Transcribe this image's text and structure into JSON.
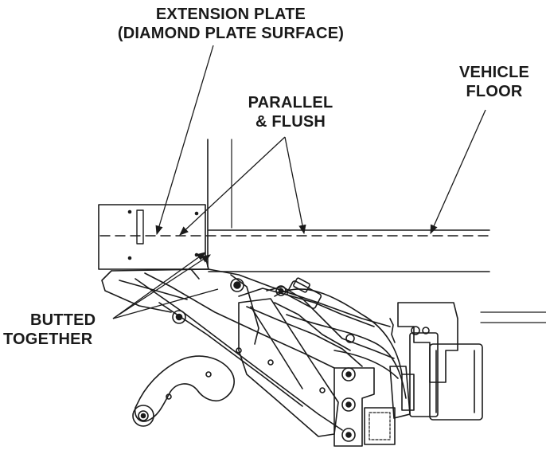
{
  "labels": {
    "extension_plate": {
      "line1": "EXTENSION PLATE",
      "line2": "(DIAMOND PLATE SURFACE)"
    },
    "parallel_flush": {
      "line1": "PARALLEL",
      "line2": "& FLUSH"
    },
    "vehicle_floor": {
      "line1": "VEHICLE",
      "line2": "FLOOR"
    },
    "butted_together": {
      "line1": "BUTTED",
      "line2": "TOGETHER"
    }
  }
}
